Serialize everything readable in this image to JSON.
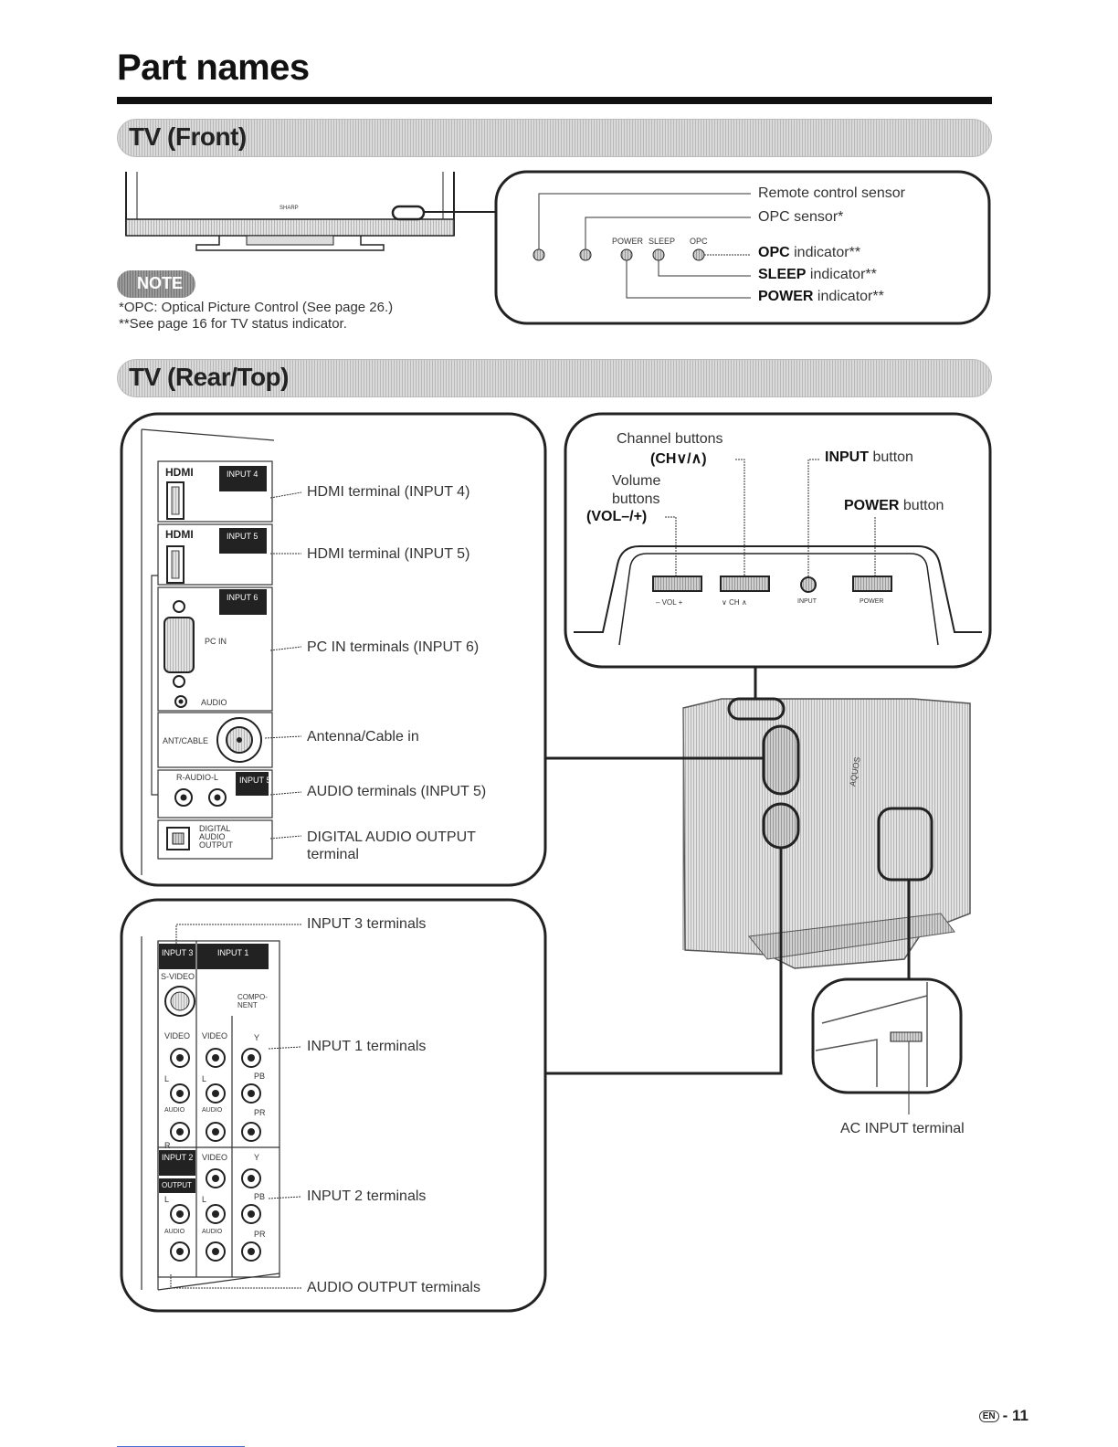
{
  "title": "Part names",
  "sections": {
    "front": "TV (Front)",
    "rear_top": "TV (Rear/Top)"
  },
  "front": {
    "callouts": {
      "remote_sensor": "Remote control sensor",
      "opc_sensor": "OPC sensor*",
      "opc_indicator_bold": "OPC",
      "opc_indicator_rest": " indicator**",
      "sleep_indicator_bold": "SLEEP",
      "sleep_indicator_rest": " indicator**",
      "power_indicator_bold": "POWER",
      "power_indicator_rest": " indicator**"
    },
    "panel_labels": {
      "power": "POWER",
      "sleep": "SLEEP",
      "opc": "OPC"
    },
    "brand_mark": "SHARP"
  },
  "note": {
    "badge": "NOTE",
    "lines": [
      "*OPC: Optical Picture Control (See page 26.)",
      "**See page 16 for TV status indicator."
    ]
  },
  "rear_left": {
    "callouts": [
      "HDMI terminal (INPUT 4)",
      "HDMI terminal (INPUT 5)",
      "PC IN terminals (INPUT 6)",
      "Antenna/Cable in",
      "AUDIO terminals (INPUT 5)",
      "DIGITAL AUDIO OUTPUT",
      "terminal"
    ],
    "panel_labels": {
      "hdmi": "HDMI",
      "input4": "INPUT 4",
      "input5": "INPUT 5",
      "input6": "INPUT 6",
      "pc_in": "PC IN",
      "audio": "AUDIO",
      "ant_cable": "ANT/CABLE",
      "r_audio_l": "R-AUDIO-L",
      "digital_audio_output": [
        "DIGITAL",
        "AUDIO",
        "OUTPUT"
      ]
    }
  },
  "rear_lower": {
    "callouts": [
      "INPUT 3 terminals",
      "INPUT 1 terminals",
      "INPUT 2 terminals",
      "AUDIO OUTPUT terminals"
    ],
    "panel_labels": {
      "input3": "INPUT 3",
      "input1": "INPUT 1",
      "svideo": "S-VIDEO",
      "component": [
        "COMPO-",
        "NENT"
      ],
      "video": "VIDEO",
      "y": "Y",
      "pb": "PB",
      "pr": "PR",
      "l": "L",
      "r": "R",
      "audio": "AUDIO",
      "input2": "INPUT 2",
      "output": "OUTPUT"
    }
  },
  "top": {
    "channel_buttons": "Channel buttons",
    "channel_keys": "(CH∨/∧)",
    "volume_line1": "Volume",
    "volume_line2": "buttons",
    "volume_keys": "(VOL–/+)",
    "input_bold": "INPUT",
    "input_rest": " button",
    "power_bold": "POWER",
    "power_rest": " button",
    "button_labels": {
      "vol": "– VOL +",
      "ch": "∨ CH ∧",
      "input": "INPUT",
      "power": "POWER"
    }
  },
  "rear_view": {
    "ac_input": "AC INPUT terminal",
    "logo": "AQUOS"
  },
  "page_number": {
    "badge": "EN",
    "number": "- 11"
  }
}
